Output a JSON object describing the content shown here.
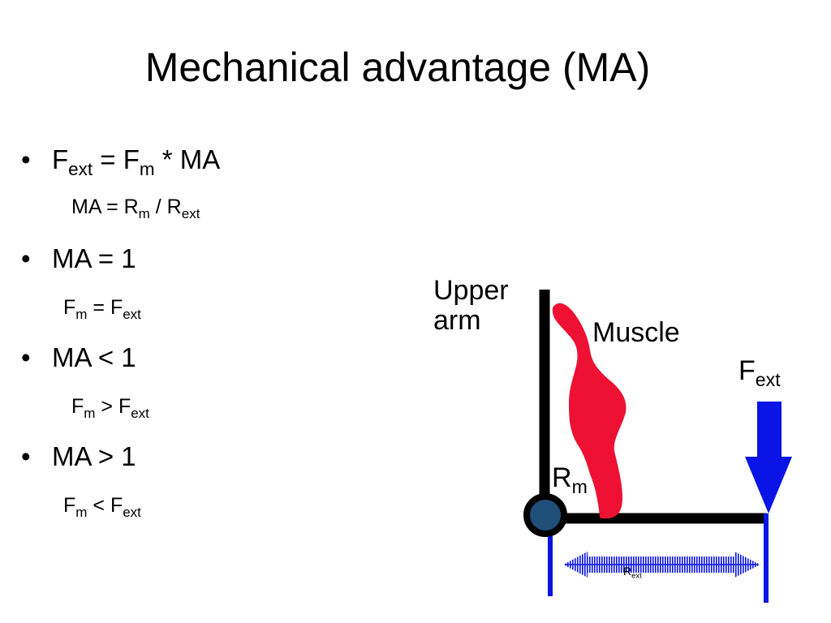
{
  "title": "Mechanical advantage (MA)",
  "bullets": [
    {
      "bullet": "•",
      "main": {
        "a": "F",
        "a_sub": "ext",
        "mid": " = F",
        "b_sub": "m",
        "tail": " * MA"
      },
      "sub": {
        "a": "MA = R",
        "a_sub": "m",
        "mid": " / R",
        "b_sub": "ext"
      }
    },
    {
      "bullet": "•",
      "main": {
        "text": "MA = 1"
      },
      "sub": {
        "a": "F",
        "a_sub": "m",
        "mid": " = F",
        "b_sub": "ext"
      }
    },
    {
      "bullet": "•",
      "main": {
        "text": "MA < 1"
      },
      "sub": {
        "a": "F",
        "a_sub": "m",
        "mid": " > F",
        "b_sub": "ext"
      }
    },
    {
      "bullet": "•",
      "main": {
        "text": "MA > 1"
      },
      "sub": {
        "a": "F",
        "a_sub": "m",
        "mid": " < F",
        "b_sub": "ext"
      }
    }
  ],
  "diagram": {
    "upper_arm_line1": "Upper",
    "upper_arm_line2": "arm",
    "muscle": "Muscle",
    "f_ext": {
      "base": "F",
      "sub": "ext"
    },
    "r_m": {
      "base": "R",
      "sub": "m"
    },
    "r_ext": {
      "base": "R",
      "sub": "ext"
    },
    "colors": {
      "bone": "#000000",
      "muscle": "#ee1133",
      "force": "#0a14e6",
      "joint": "#1f4e79"
    }
  }
}
